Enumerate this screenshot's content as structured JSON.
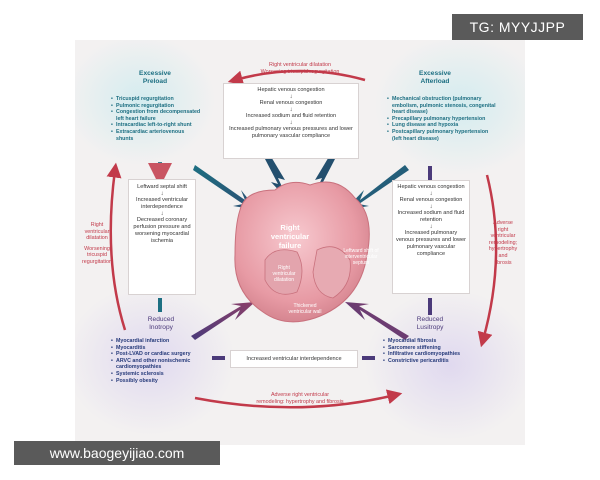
{
  "watermarks": {
    "top_right": "TG: MYYJJPP",
    "bottom_left": "www.baogeyijiao.com"
  },
  "top_label": {
    "line1": "Right ventricular dilatation",
    "line2": "Worsening tricuspid regurgitation"
  },
  "bottom_label": {
    "line1": "Adverse right ventricular",
    "line2": "remodeling: hypertrophy and fibrosis"
  },
  "left_label": {
    "line1": "Right",
    "line2": "ventricular",
    "line3": "dilatation",
    "line4": "Worsening",
    "line5": "tricuspid",
    "line6": "regurgitation"
  },
  "right_label": {
    "line1": "Adverse",
    "line2": "right",
    "line3": "ventricular",
    "line4": "remodeling;",
    "line5": "hypertrophy",
    "line6": "and",
    "line7": "fibrosis"
  },
  "preload": {
    "header1": "Excessive",
    "header2": "Preload",
    "items": [
      "Tricuspid regurgitation",
      "Pulmonic regurgitation",
      "Congestion from decompensated left heart failure",
      "Intracardiac left-to-right shunt",
      "Extracardiac arteriovenous shunts"
    ]
  },
  "afterload": {
    "header1": "Excessive",
    "header2": "Afterload",
    "items": [
      "Mechanical obstruction (pulmonary embolism, pulmonic stenosis, congenital heart disease)",
      "Precapillary pulmonary hypertension",
      "Lung disease and hypoxia",
      "Postcapillary pulmonary hypertension (left heart disease)"
    ]
  },
  "inotropy": {
    "header1": "Reduced",
    "header2": "Inotropy",
    "items": [
      "Myocardial infarction",
      "Myocarditis",
      "Post-LVAD or cardiac surgery",
      "ARVC and other nonischemic cardiomyopathies",
      "Systemic sclerosis",
      "Possibly obesity"
    ]
  },
  "lusitropy": {
    "header1": "Reduced",
    "header2": "Lusitropy",
    "items": [
      "Myocardial fibrosis",
      "Sarcomere stiffening",
      "Infiltrative cardiomyopathies",
      "Constrictive pericarditis"
    ]
  },
  "top_box": [
    "Hepatic venous congestion",
    "Renal venous congestion",
    "Increased sodium and fluid retention",
    "Increased pulmonary venous pressures and lower pulmonary vascular compliance"
  ],
  "left_box": [
    "Leftward septal shift",
    "Increased ventricular interdependence",
    "Decreased coronary perfusion pressure and worsening myocardial ischemia"
  ],
  "right_box": [
    "Hepatic venous congestion",
    "Renal venous congestion",
    "Increased sodium and fluid retention",
    "Increased pulmonary venous pressures and lower pulmonary vascular compliance"
  ],
  "bottom_box": "Increased ventricular interdependence",
  "heart": {
    "title1": "Right",
    "title2": "ventricular",
    "title3": "failure",
    "cap_dilatation1": "Right",
    "cap_dilatation2": "ventricular",
    "cap_dilatation3": "dilatation",
    "cap_shift1": "Leftward shift of",
    "cap_shift2": "interventricular",
    "cap_shift3": "septum",
    "cap_wall1": "Thickened",
    "cap_wall2": "ventricular wall"
  },
  "colors": {
    "teal": "#1d6f82",
    "purple": "#4b3a7a",
    "red": "#c23a4a",
    "navy": "#263a7a"
  }
}
